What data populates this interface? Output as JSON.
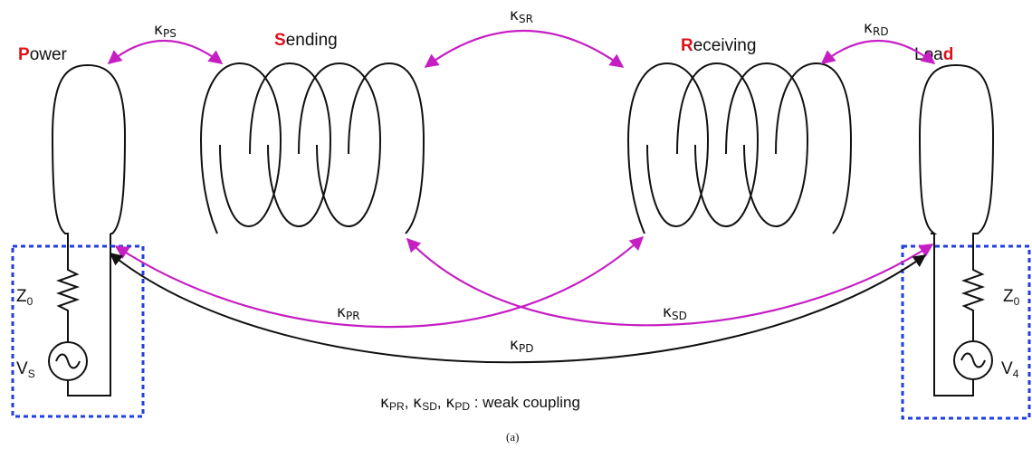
{
  "labels": {
    "power": {
      "first": "P",
      "rest": "ower"
    },
    "sending": {
      "first": "S",
      "rest": "ending"
    },
    "receiving": {
      "first": "R",
      "rest": "eceiving"
    },
    "load": {
      "rest": "Loa",
      "last": "d"
    }
  },
  "coupling": {
    "kps": {
      "k": "κ",
      "sub": "PS"
    },
    "ksr": {
      "k": "κ",
      "sub": "SR"
    },
    "krd": {
      "k": "κ",
      "sub": "RD"
    },
    "kpr": {
      "k": "κ",
      "sub": "PR"
    },
    "ksd": {
      "k": "κ",
      "sub": "SD"
    },
    "kpd": {
      "k": "κ",
      "sub": "PD"
    }
  },
  "components": {
    "z0_left": {
      "main": "Z",
      "sub": "0"
    },
    "z0_right": {
      "main": "Z",
      "sub": "0"
    },
    "vs": {
      "main": "V",
      "sub": "S"
    },
    "v4": {
      "main": "V",
      "sub": "4"
    }
  },
  "note": {
    "k1": "κ",
    "s1": "PR",
    "sep1": ", ",
    "k2": "κ",
    "s2": "SD",
    "sep2": ", ",
    "k3": "κ",
    "s3": "PD",
    "tail": " : weak coupling"
  },
  "caption": "(a)",
  "colors": {
    "accent_red": "#e0101a",
    "arrow_magenta": "#c51fc4",
    "box_blue": "#1f3fe0"
  }
}
